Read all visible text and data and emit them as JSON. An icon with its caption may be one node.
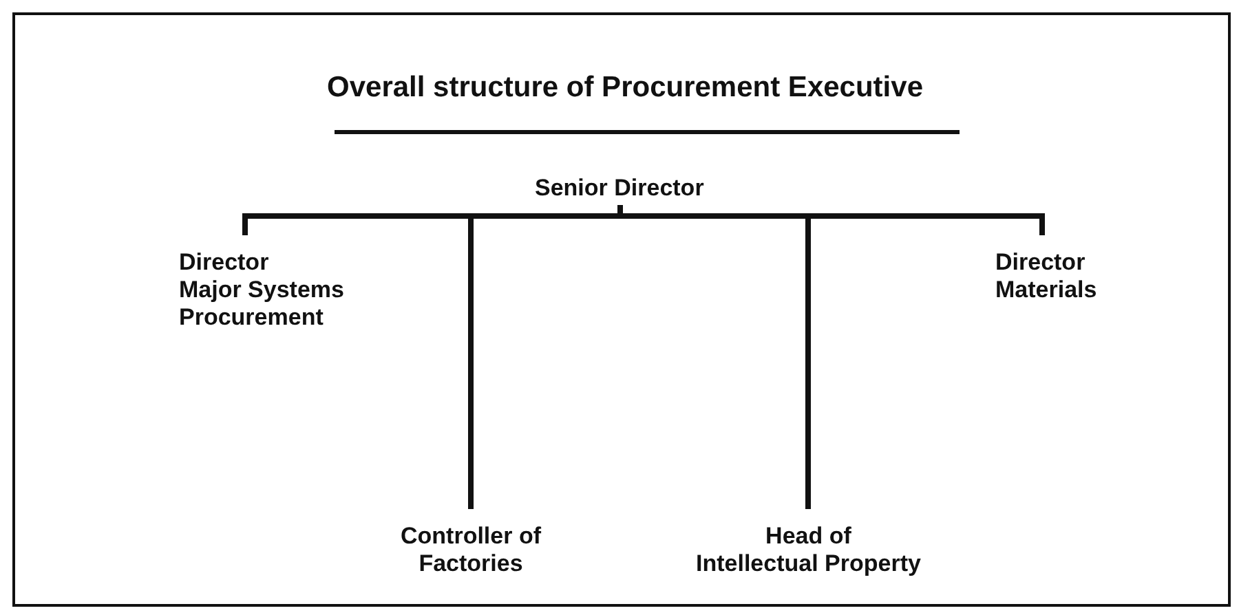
{
  "diagram": {
    "title": "Overall structure of Procurement Executive",
    "nodes": [
      {
        "text": [
          "Senior Director"
        ]
      },
      {
        "text": [
          "Director Major Systems Procurement"
        ]
      },
      {
        "text": [
          "Controller of Factories"
        ]
      },
      {
        "text": [
          "Head of Intellectual Property"
        ]
      },
      {
        "text": [
          "Director Materials"
        ]
      }
    ],
    "edges": [
      {
        "from": 0,
        "to": 1,
        "arrow": "none"
      },
      {
        "from": 0,
        "to": 2,
        "arrow": "none"
      },
      {
        "from": 0,
        "to": 3,
        "arrow": "none"
      },
      {
        "from": 0,
        "to": 4,
        "arrow": "none"
      }
    ]
  }
}
